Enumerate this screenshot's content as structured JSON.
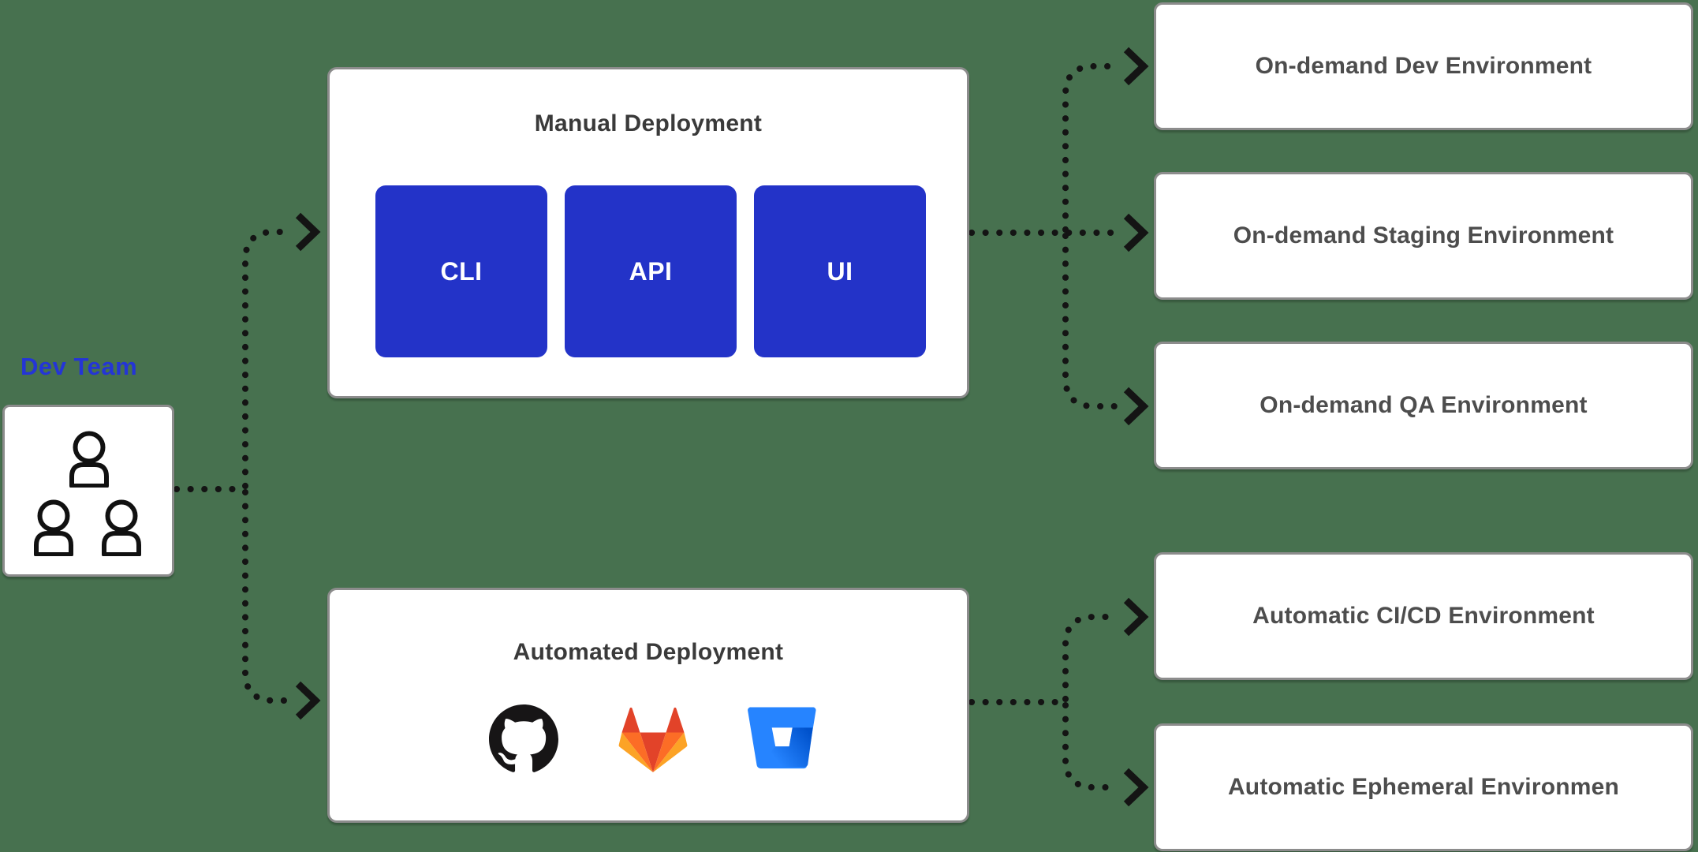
{
  "canvas": {
    "background_color": "#47714F"
  },
  "colors": {
    "accent_blue": "#2333C8",
    "dev_team_label_blue": "#2435D6",
    "box_border_gray": "#8C8C8C",
    "title_text": "#3A3A3A",
    "environment_text": "#4D4D4D",
    "connector_black": "#141414",
    "github_black": "#171516",
    "gitlab_red": "#E24329",
    "gitlab_orange": "#FC6D26",
    "gitlab_yellow": "#FCA326",
    "bitbucket_blue": "#2684FF"
  },
  "dev_team": {
    "label": "Dev Team"
  },
  "manual_deployment": {
    "title": "Manual Deployment",
    "methods": [
      {
        "label": "CLI"
      },
      {
        "label": "API"
      },
      {
        "label": "UI"
      }
    ]
  },
  "automated_deployment": {
    "title": "Automated Deployment",
    "providers": [
      {
        "icon": "github-icon"
      },
      {
        "icon": "gitlab-icon"
      },
      {
        "icon": "bitbucket-icon"
      }
    ]
  },
  "environments": [
    {
      "label": "On-demand Dev Environment"
    },
    {
      "label": "On-demand Staging Environment"
    },
    {
      "label": "On-demand QA Environment"
    },
    {
      "label": "Automatic CI/CD Environment"
    },
    {
      "label": "Automatic Ephemeral Environmen"
    }
  ]
}
